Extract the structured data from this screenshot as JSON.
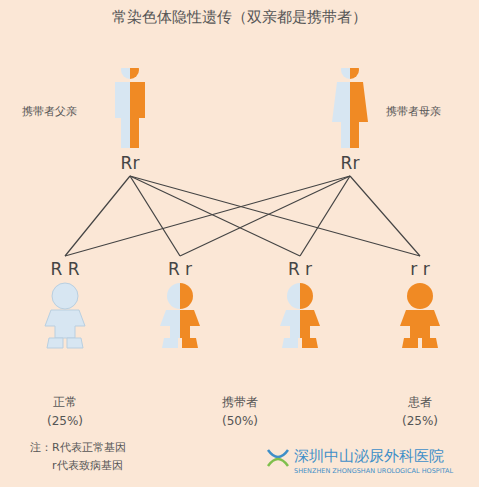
{
  "diagram": {
    "title": "常染色体隐性遗传（双亲都是携带者）",
    "nodes": [
      {
        "text": [
          "Rr"
        ]
      },
      {
        "text": [
          "Rr"
        ]
      },
      {
        "text": [
          "R R"
        ]
      },
      {
        "text": [
          "R r"
        ]
      },
      {
        "text": [
          "R r"
        ]
      },
      {
        "text": [
          "r r"
        ]
      }
    ],
    "edges": [
      {
        "from": 0,
        "to": 2,
        "arrow": "none"
      },
      {
        "from": 0,
        "to": 3,
        "arrow": "none"
      },
      {
        "from": 0,
        "to": 4,
        "arrow": "none"
      },
      {
        "from": 0,
        "to": 5,
        "arrow": "none"
      },
      {
        "from": 1,
        "to": 2,
        "arrow": "none"
      },
      {
        "from": 1,
        "to": 3,
        "arrow": "none"
      },
      {
        "from": 1,
        "to": 4,
        "arrow": "none"
      },
      {
        "from": 1,
        "to": 5,
        "arrow": "none"
      }
    ],
    "labels": [
      "携带者父亲",
      "携带者母亲",
      "正常",
      "(25%)",
      "携带者",
      "(50%)",
      "患者",
      "(25%)",
      "注：R代表正常基因",
      "r代表致病基因",
      "深圳中山泌尿外科医院",
      "SHENZHEN ZHONGSHAN UROLOGICAL HOSPITAL"
    ]
  }
}
